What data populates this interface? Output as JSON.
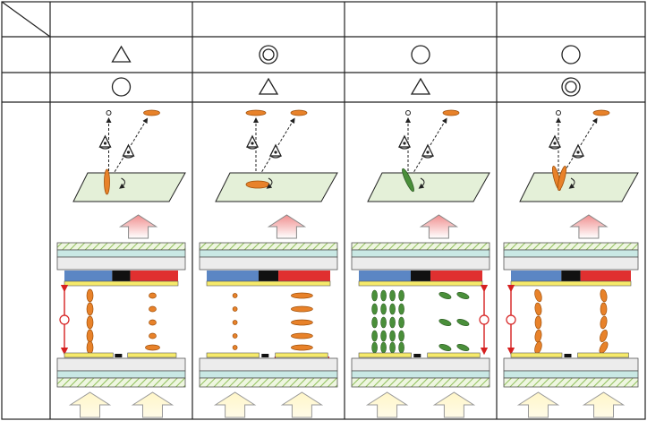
{
  "table": {
    "rows": [
      {
        "id": "row-1",
        "marks": [
          "triangle",
          "double-circle",
          "circle",
          "circle"
        ]
      },
      {
        "id": "row-2",
        "marks": [
          "circle",
          "triangle",
          "triangle",
          "double-circle"
        ]
      }
    ],
    "columns": [
      {
        "id": "col-1",
        "lc_state": "vertical-lc"
      },
      {
        "id": "col-2",
        "lc_state": "horizontal-lc-in-plane"
      },
      {
        "id": "col-3",
        "lc_state": "vertical-aligned-green"
      },
      {
        "id": "col-4",
        "lc_state": "twisted-hybrid"
      }
    ]
  },
  "colors": {
    "lc_orange": "#e8822a",
    "lc_green": "#4a8f3a",
    "lc_cell_green": "#e4f0d8",
    "glass_gray": "#d8d8d8",
    "color_filter_blue": "#5b86c4",
    "color_filter_red": "#e03030",
    "color_filter_black": "#111111",
    "polarizer_teal": "#c9e8e4",
    "electrode_yellow": "#f6ea6a",
    "field_red": "#d62020",
    "light_arrow_yellow": "#fff3b0",
    "view_arrow_red": "#f2a0a0"
  },
  "icons": {
    "triangle": "triangle-icon",
    "circle": "circle-icon",
    "double_circle": "double-circle-icon",
    "eye": "eye-icon",
    "voltage_source": "voltage-source-icon"
  }
}
